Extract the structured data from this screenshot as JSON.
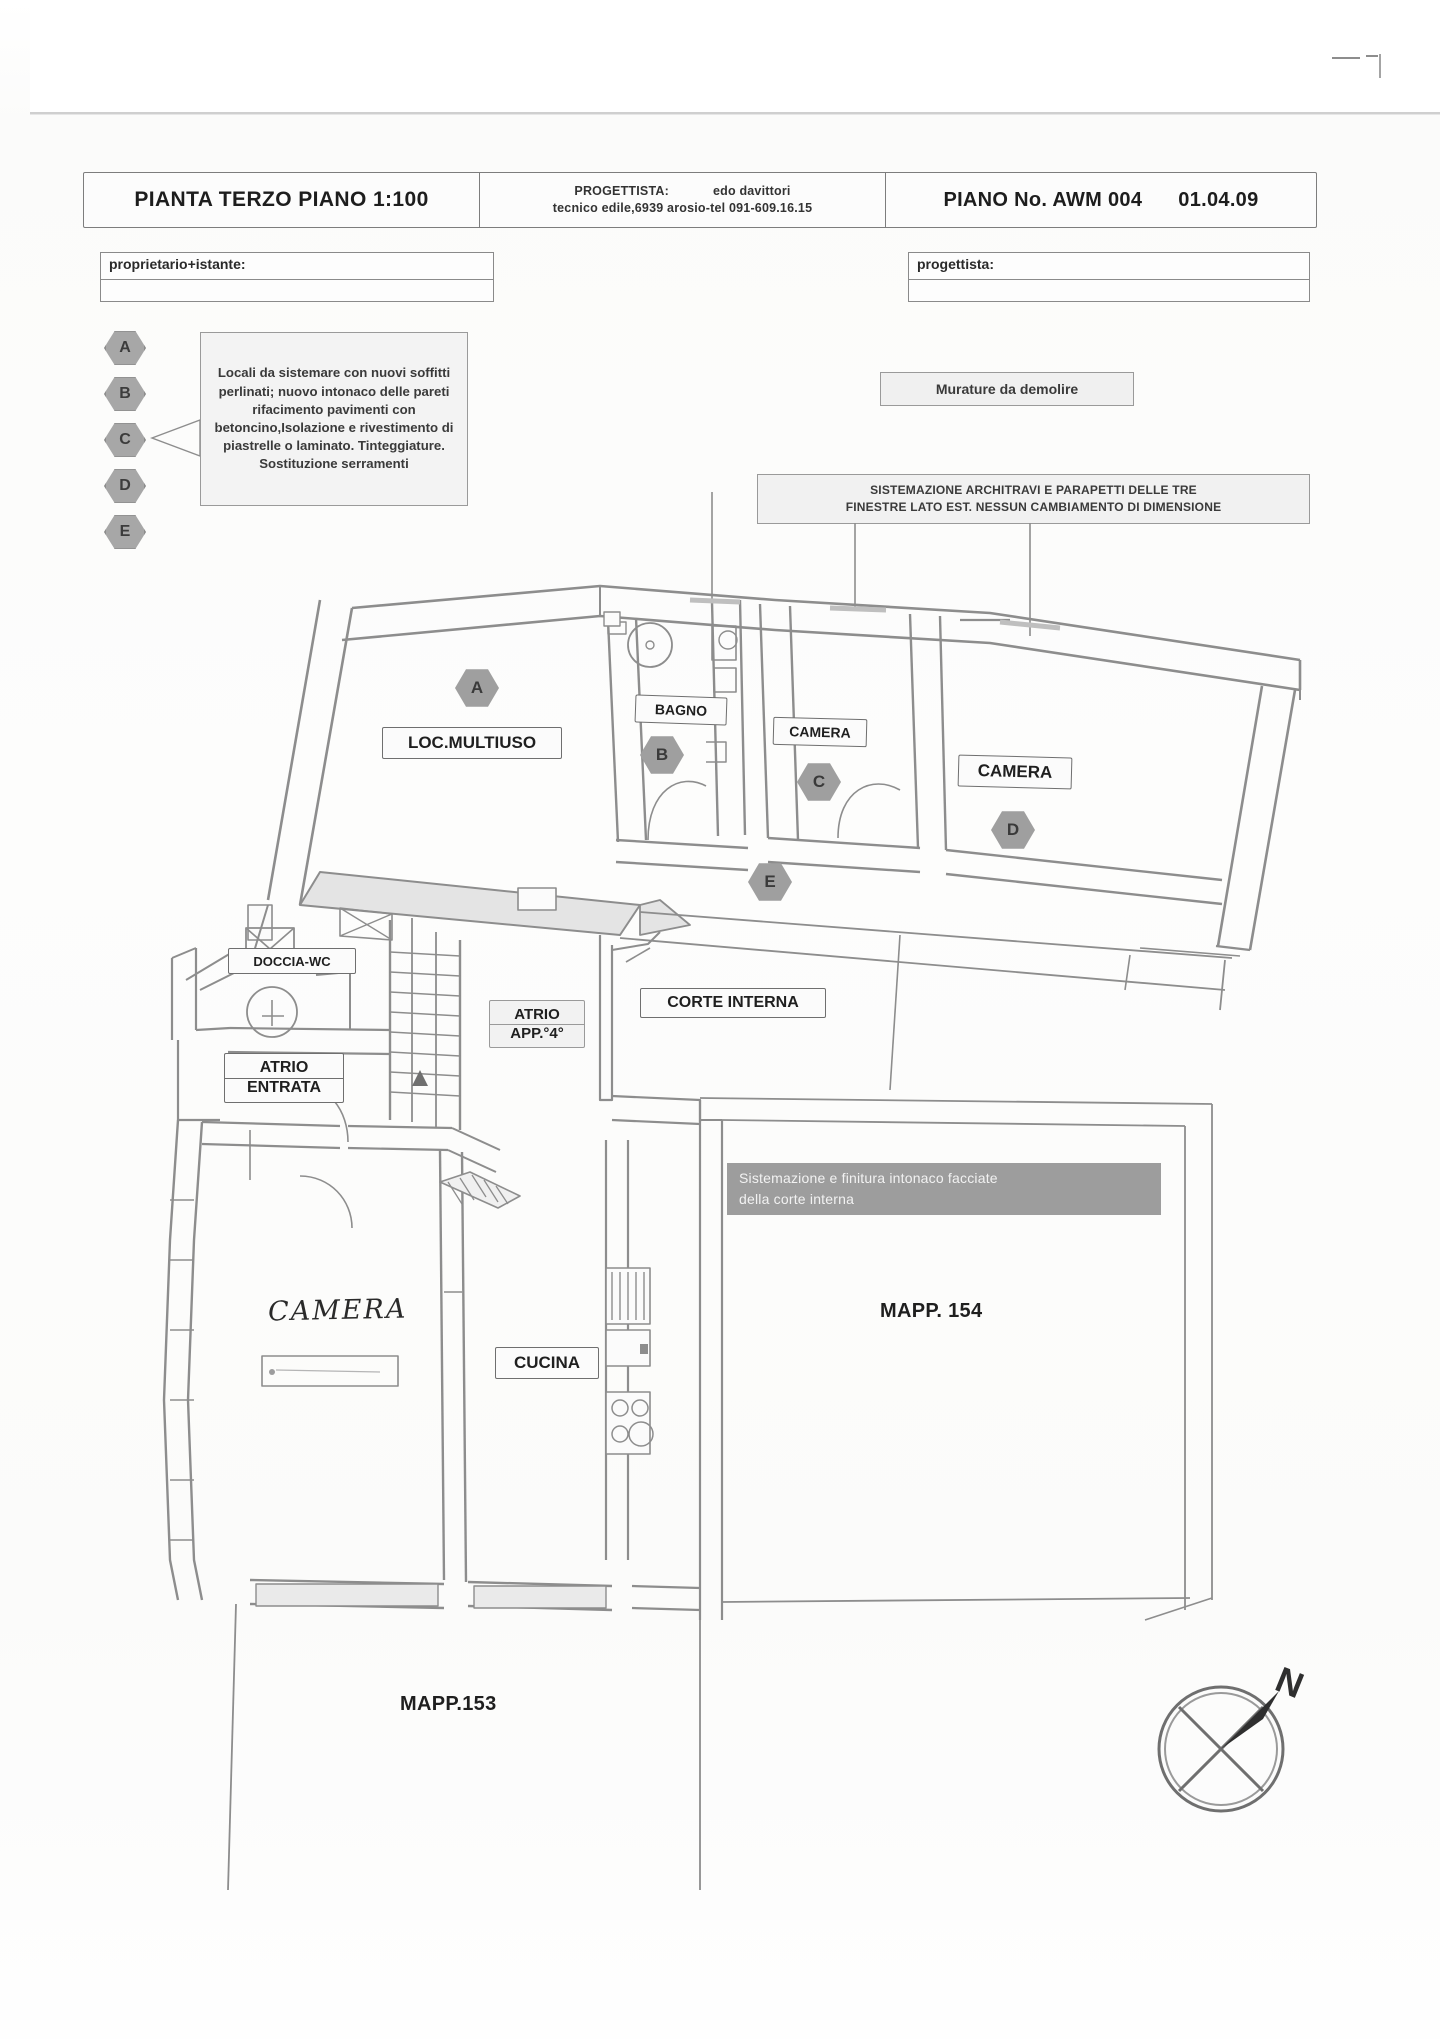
{
  "document": {
    "type": "architectural-floor-plan",
    "language": "it"
  },
  "title_block": {
    "plan_title": "PIANTA TERZO PIANO 1:100",
    "designer_label": "PROGETTISTA:",
    "designer_name": "edo davittori",
    "designer_contact": "tecnico edile,6939 arosio-tel 091-609.16.15",
    "sheet_label": "PIANO No. AWM 004",
    "date": "01.04.09"
  },
  "form_boxes": {
    "owner": "proprietario+istante:",
    "designer": "progettista:"
  },
  "legend": {
    "markers": [
      "A",
      "B",
      "C",
      "D",
      "E"
    ],
    "note": "Locali da sistemare con nuovi soffitti perlinati; nuovo intonaco delle pareti rifacimento pavimenti con betoncino,Isolazione e rivestimento di piastrelle o laminato. Tinteggiature. Sostituzione serramenti"
  },
  "annotations": {
    "demolish": "Murature da demolire",
    "lintels_line1": "SISTEMAZIONE ARCHITRAVI E PARAPETTI DELLE TRE",
    "lintels_line2": "FINESTRE LATO EST. NESSUN CAMBIAMENTO DI DIMENSIONE",
    "courtyard_line1": "Sistemazione e finitura intonaco facciate",
    "courtyard_line2": "della corte interna"
  },
  "rooms": [
    {
      "id": "loc-multiuso",
      "label": "LOC.MULTIUSO",
      "marker": "A"
    },
    {
      "id": "bagno",
      "label": "BAGNO",
      "marker": "B"
    },
    {
      "id": "camera-c",
      "label": "CAMERA",
      "marker": "C"
    },
    {
      "id": "camera-d",
      "label": "CAMERA",
      "marker": "D"
    },
    {
      "id": "corte-interna",
      "label": "CORTE INTERNA",
      "marker": "E"
    },
    {
      "id": "doccia-wc",
      "label": "DOCCIA-WC",
      "marker": ""
    },
    {
      "id": "atrio-entrata",
      "label_line1": "ATRIO",
      "label_line2": "ENTRATA",
      "marker": ""
    },
    {
      "id": "atrio-app4",
      "label_line1": "ATRIO",
      "label_line2": "APP.°4°",
      "marker": ""
    },
    {
      "id": "cucina",
      "label": "CUCINA",
      "marker": ""
    },
    {
      "id": "camera-hand",
      "label": "CAMERA",
      "marker": ""
    }
  ],
  "room_labels": {
    "loc_multiuso": "LOC.MULTIUSO",
    "bagno": "BAGNO",
    "camera_c": "CAMERA",
    "camera_d": "CAMERA",
    "corte_interna": "CORTE INTERNA",
    "doccia_wc": "DOCCIA-WC",
    "atrio_entrata_1": "ATRIO",
    "atrio_entrata_2": "ENTRATA",
    "atrio_app4_1": "ATRIO",
    "atrio_app4_2": "APP.°4°",
    "cucina": "CUCINA",
    "camera_handwritten": "CAMERA"
  },
  "markers": {
    "a": "A",
    "b": "B",
    "c": "C",
    "d": "D",
    "e": "E"
  },
  "parcels": {
    "mapp_154": "MAPP. 154",
    "mapp_153": "MAPP.153"
  },
  "compass": {
    "north_label": "N"
  },
  "colors": {
    "ink": "#2b2b2b",
    "wall": "#8d8d8d",
    "wall_dark": "#6f6f6f",
    "hex_fill": "#9f9f9f",
    "banner_gray": "#9d9d9d",
    "paper": "#fdfdfd"
  }
}
